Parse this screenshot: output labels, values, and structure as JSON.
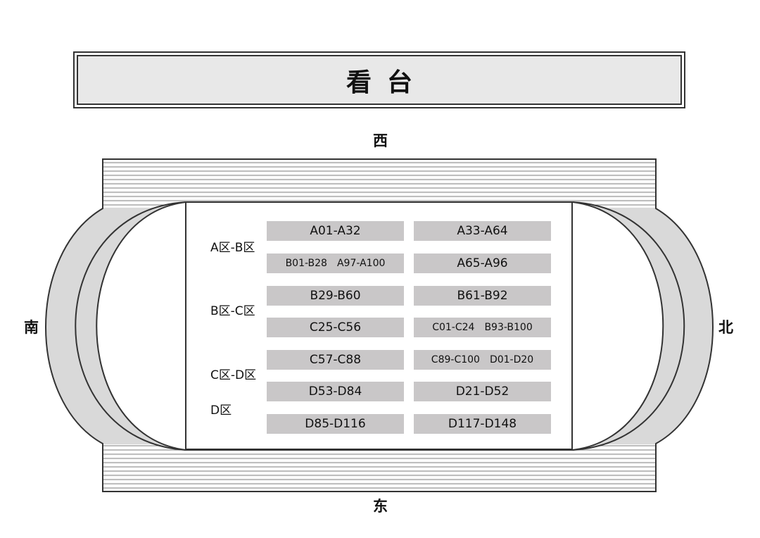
{
  "grandstand": {
    "title": "看台"
  },
  "compass": {
    "west": "西",
    "east": "东",
    "south": "南",
    "north": "北"
  },
  "zones": [
    "A区-B区",
    "B区-C区",
    "C区-D区",
    "D区"
  ],
  "seat_blocks": {
    "left": [
      {
        "parts": [
          "A01-A32"
        ]
      },
      {
        "parts": [
          "B01-B28",
          "A97-A100"
        ]
      },
      {
        "parts": [
          "B29-B60"
        ]
      },
      {
        "parts": [
          "C25-C56"
        ]
      },
      {
        "parts": [
          "C57-C88"
        ]
      },
      {
        "parts": [
          "D53-D84"
        ]
      },
      {
        "parts": [
          "D85-D116"
        ]
      }
    ],
    "right": [
      {
        "parts": [
          "A33-A64"
        ]
      },
      {
        "parts": [
          "A65-A96"
        ]
      },
      {
        "parts": [
          "B61-B92"
        ]
      },
      {
        "parts": [
          "C01-C24",
          "B93-B100"
        ]
      },
      {
        "parts": [
          "C89-C100",
          "D01-D20"
        ]
      },
      {
        "parts": [
          "D21-D52"
        ]
      },
      {
        "parts": [
          "D117-D148"
        ]
      }
    ]
  },
  "colors": {
    "track": "#d9d9d9",
    "outline": "#333333",
    "seat_fill": "#c9c7c8",
    "stand_stripes": "#777777"
  }
}
